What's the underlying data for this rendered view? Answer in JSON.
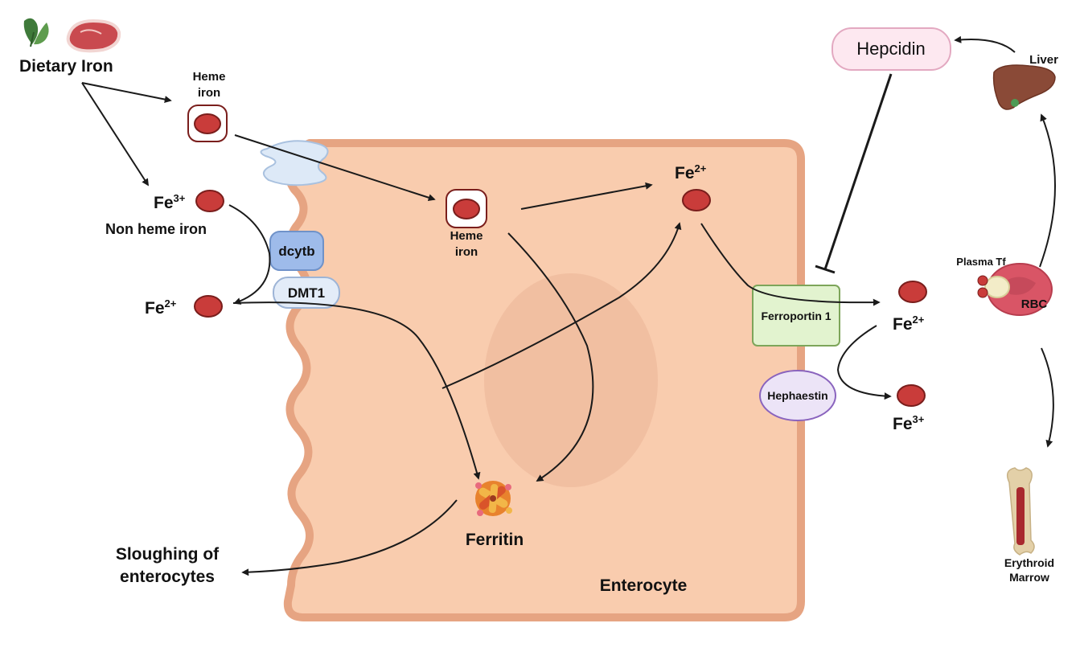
{
  "labels": {
    "dietary_iron": "Dietary Iron",
    "heme_iron_top_1": "Heme",
    "heme_iron_top_2": "iron",
    "fe3_left_base": "Fe",
    "fe3_left_sup": "3+",
    "non_heme_iron": "Non heme iron",
    "fe2_left_base": "Fe",
    "fe2_left_sup": "2+",
    "dcytb": "dcytb",
    "dmt1": "DMT1",
    "heme_iron_in_1": "Heme",
    "heme_iron_in_2": "iron",
    "fe2_center_base": "Fe",
    "fe2_center_sup": "2+",
    "ferritin": "Ferritin",
    "sloughing_1": "Sloughing of",
    "sloughing_2": "enterocytes",
    "enterocyte": "Enterocyte",
    "ferroportin": "Ferroportin 1",
    "hephaestin": "Hephaestin",
    "fe2_right_base": "Fe",
    "fe2_right_sup": "2+",
    "fe3_right_base": "Fe",
    "fe3_right_sup": "3+",
    "hepcidin": "Hepcidin",
    "liver": "Liver",
    "plasma_tf": "Plasma Tf",
    "rbc": "RBC",
    "marrow_1": "Erythroid",
    "marrow_2": "Marrow"
  },
  "colors": {
    "cell_fill": "#f9ccae",
    "cell_border": "#e6a482",
    "nucleus": "#f0bc9f",
    "iron": "#c93c3a",
    "iron_stroke": "#7a1e1c",
    "dcytb_fill": "#9ebbea",
    "dmt1_fill": "#e3ecf8",
    "ferroportin_fill": "#e2f3cf",
    "ferroportin_stroke": "#7da55a",
    "hephaestin_fill": "#ece4f7",
    "hephaestin_stroke": "#8a64be",
    "hepcidin_fill": "#fde8f0",
    "hepcidin_stroke": "#e3a9c1",
    "arrow": "#1a1a1a"
  }
}
